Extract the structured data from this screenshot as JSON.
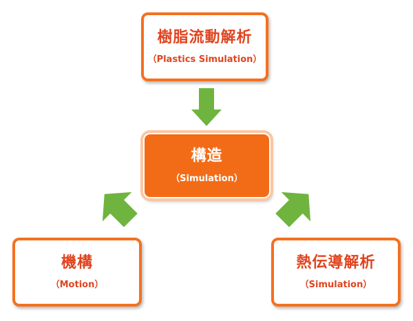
{
  "diagram": {
    "top_node": {
      "title": "樹脂流動解析",
      "subtitle": "（Plastics Simulation）"
    },
    "center_node": {
      "title": "構造",
      "subtitle": "（Simulation）"
    },
    "left_node": {
      "title": "機構",
      "subtitle": "（Motion）"
    },
    "right_node": {
      "title": "熱伝導解析",
      "subtitle": "（Simulation）"
    },
    "colors": {
      "border": "#f5701e",
      "text": "#e0441f",
      "center_fill": "#f26c17",
      "arrow": "#6fb43f"
    }
  }
}
